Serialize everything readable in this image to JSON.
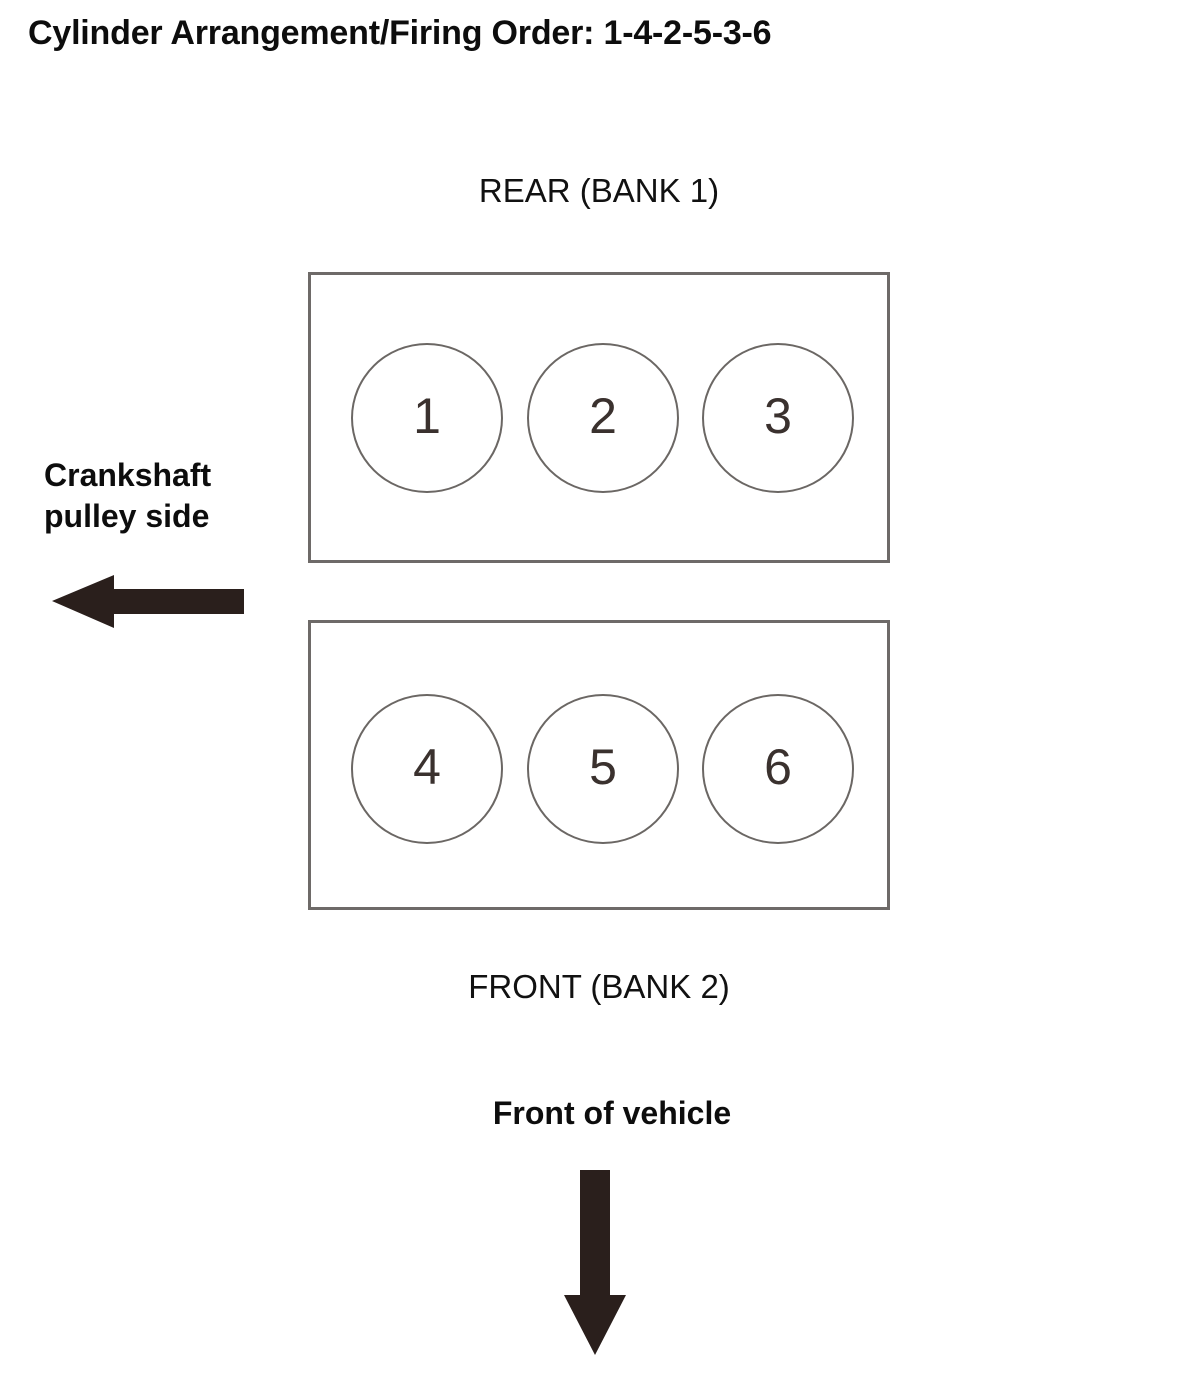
{
  "diagram": {
    "title": "Cylinder Arrangement/Firing Order: 1-4-2-5-3-6",
    "firing_order": "1-4-2-5-3-6",
    "engine_type": "V6",
    "colors": {
      "background": "#ffffff",
      "text": "#0d0d0d",
      "box_stroke": "#6e6a68",
      "circle_stroke": "#6b6764",
      "number_text": "#3a312e",
      "arrow_fill": "#2a1f1c"
    }
  },
  "labels": {
    "rear_bank": "REAR (BANK 1)",
    "front_bank": "FRONT (BANK 2)",
    "crankshaft_line1": "Crankshaft",
    "crankshaft_line2": "pulley side",
    "front_of_vehicle": "Front of vehicle"
  },
  "banks": [
    {
      "name": "REAR (BANK 1)",
      "bank_number": 1,
      "cylinders": [
        {
          "number": "1"
        },
        {
          "number": "2"
        },
        {
          "number": "3"
        }
      ]
    },
    {
      "name": "FRONT (BANK 2)",
      "bank_number": 2,
      "cylinders": [
        {
          "number": "4"
        },
        {
          "number": "5"
        },
        {
          "number": "6"
        }
      ]
    }
  ],
  "arrows": [
    {
      "name": "crankshaft-pulley-arrow",
      "direction": "left",
      "meaning": "Crankshaft pulley side"
    },
    {
      "name": "front-of-vehicle-arrow",
      "direction": "down",
      "meaning": "Front of vehicle"
    }
  ]
}
